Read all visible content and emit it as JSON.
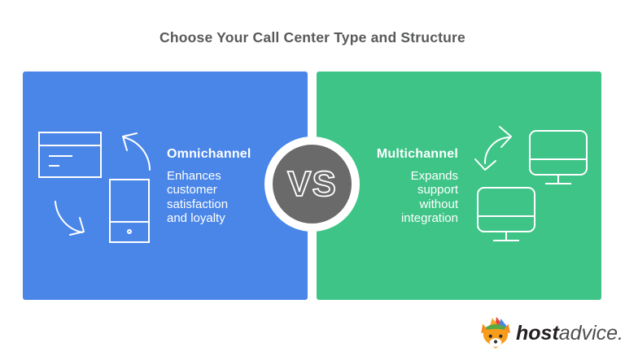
{
  "title": "Choose Your Call Center Type and Structure",
  "vs_badge": "VS",
  "panels": {
    "left": {
      "heading": "Omnichannel",
      "description": "Enhances customer satisfaction and loyalty",
      "description_lines": [
        "Enhances",
        "customer",
        "satisfaction",
        "and loyalty"
      ],
      "background_color": "#4A86E8",
      "icons": [
        "browser-window-icon",
        "curved-arrow-upleft-icon",
        "smartphone-icon",
        "curved-arrow-downright-icon"
      ]
    },
    "right": {
      "heading": "Multichannel",
      "description": "Expands support without integration",
      "description_lines": [
        "Expands",
        "support",
        "without",
        "integration"
      ],
      "background_color": "#3EC487",
      "icons": [
        "double-curved-arrow-icon",
        "monitor-icon",
        "monitor-icon"
      ]
    }
  },
  "branding": {
    "logo_bold": "host",
    "logo_light": "advice.",
    "mascot": "fox-mascot-icon"
  },
  "colors": {
    "title_text": "#58595B",
    "panel_left_blue": "#4A86E8",
    "panel_right_green": "#3EC487",
    "vs_circle_gray": "#6A6A6A",
    "icon_stroke": "#FFFFFF"
  }
}
